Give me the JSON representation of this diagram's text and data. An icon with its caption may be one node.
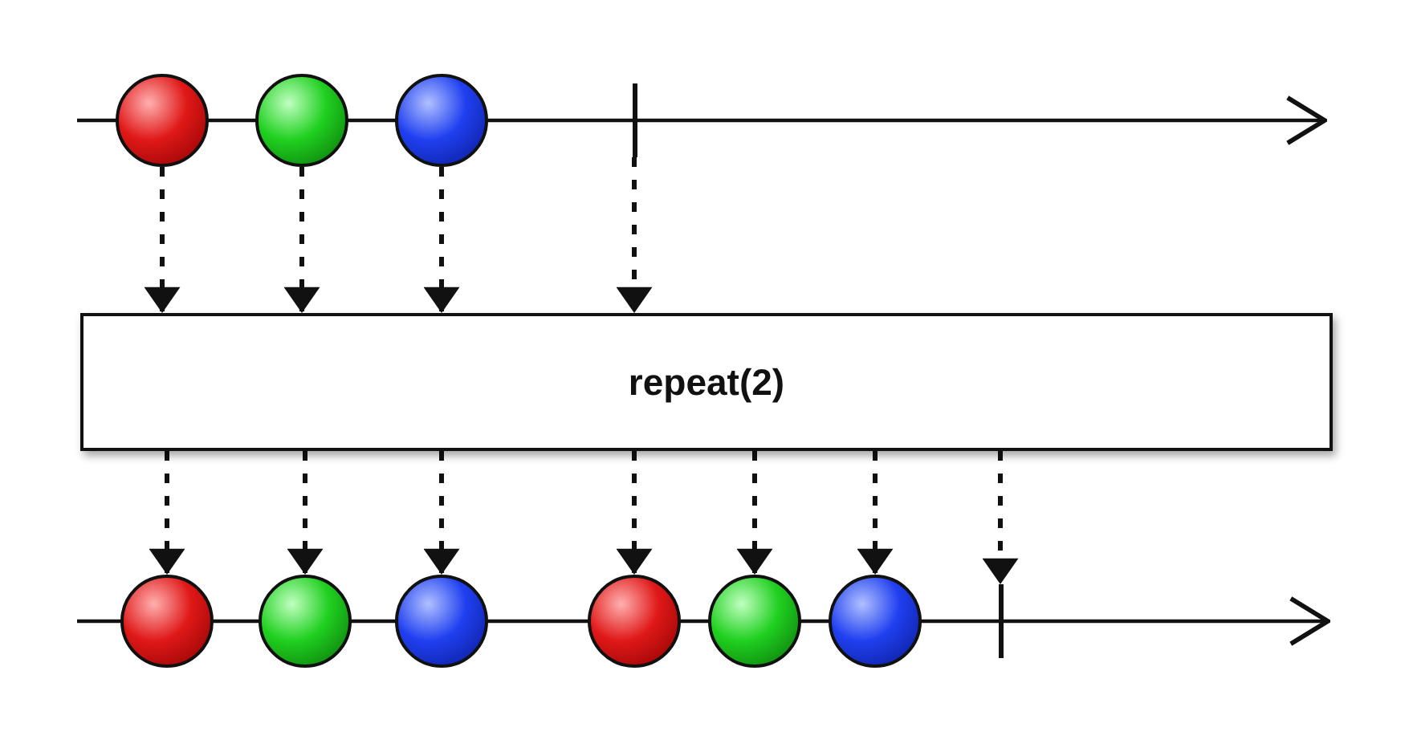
{
  "diagram": {
    "nodes": [
      {
        "text": [],
        "shape": "circle"
      },
      {
        "text": [],
        "shape": "circle"
      },
      {
        "text": [],
        "shape": "circle"
      },
      {
        "text": [],
        "shape": "bar"
      },
      {
        "text": [
          "repeat(2)"
        ]
      },
      {
        "text": [],
        "shape": "circle"
      },
      {
        "text": [],
        "shape": "circle"
      },
      {
        "text": [],
        "shape": "circle"
      },
      {
        "text": [],
        "shape": "circle"
      },
      {
        "text": [],
        "shape": "circle"
      },
      {
        "text": [],
        "shape": "circle"
      },
      {
        "text": [],
        "shape": "bar"
      }
    ],
    "edges": [
      {
        "from": 0,
        "to": 4,
        "arrow": "to",
        "style": "dashed"
      },
      {
        "from": 1,
        "to": 4,
        "arrow": "to",
        "style": "dashed"
      },
      {
        "from": 2,
        "to": 4,
        "arrow": "to",
        "style": "dashed"
      },
      {
        "from": 3,
        "to": 4,
        "arrow": "to",
        "style": "dashed"
      },
      {
        "from": 4,
        "to": 5,
        "arrow": "to",
        "style": "dashed"
      },
      {
        "from": 4,
        "to": 6,
        "arrow": "to",
        "style": "dashed"
      },
      {
        "from": 4,
        "to": 7,
        "arrow": "to",
        "style": "dashed"
      },
      {
        "from": 4,
        "to": 8,
        "arrow": "to",
        "style": "dashed"
      },
      {
        "from": 4,
        "to": 9,
        "arrow": "to",
        "style": "dashed"
      },
      {
        "from": 4,
        "to": 10,
        "arrow": "to",
        "style": "dashed"
      },
      {
        "from": 4,
        "to": 11,
        "arrow": "to",
        "style": "dashed"
      }
    ]
  }
}
